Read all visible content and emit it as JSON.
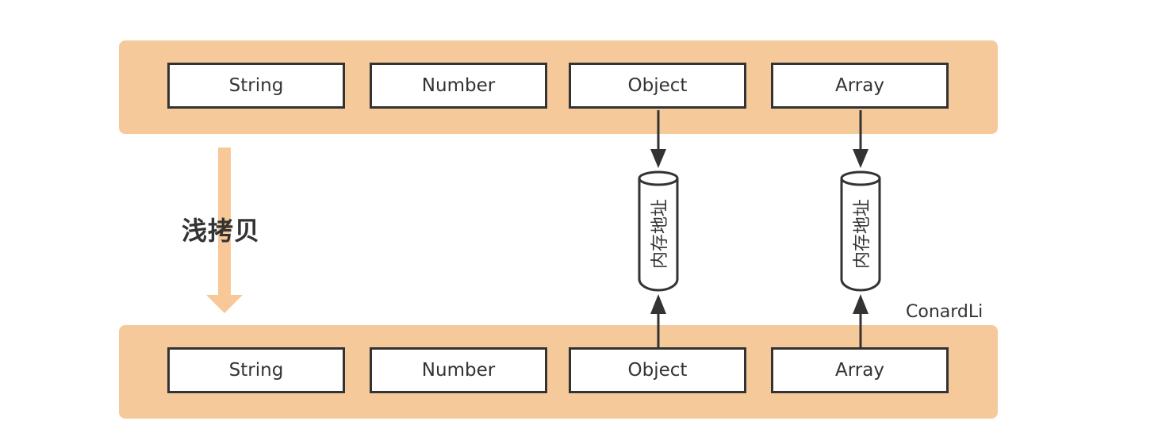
{
  "top_row": {
    "items": [
      "String",
      "Number",
      "Object",
      "Array"
    ]
  },
  "bottom_row": {
    "items": [
      "String",
      "Number",
      "Object",
      "Array"
    ]
  },
  "copy_label": "浅拷贝",
  "memory_label": "内存地址",
  "watermark": "ConardLi",
  "colors": {
    "band": "#f6c99a",
    "arrow_fill": "#f8c898",
    "stroke": "#333333"
  }
}
